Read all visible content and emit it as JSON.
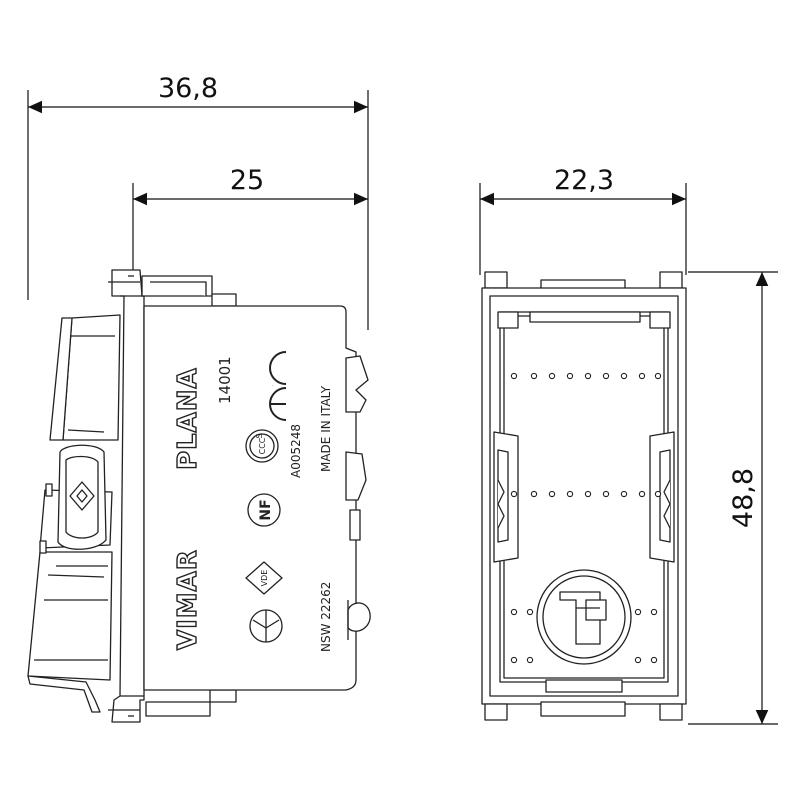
{
  "dimensions": {
    "overall_depth": "36,8",
    "body_depth": "25",
    "width": "22,3",
    "height": "48,8"
  },
  "side_view_markings": {
    "brand": "VIMAR",
    "series": "PLANA",
    "article_code": "14001",
    "approval_code": "NSW 22262",
    "ccc_code": "A005248",
    "origin": "MADE IN ITALY",
    "ce_mark": "CE",
    "ccc_mark": "CCC",
    "ccc_s_mark": "S",
    "nf_mark": "NF",
    "vde_mark": "VDE"
  }
}
